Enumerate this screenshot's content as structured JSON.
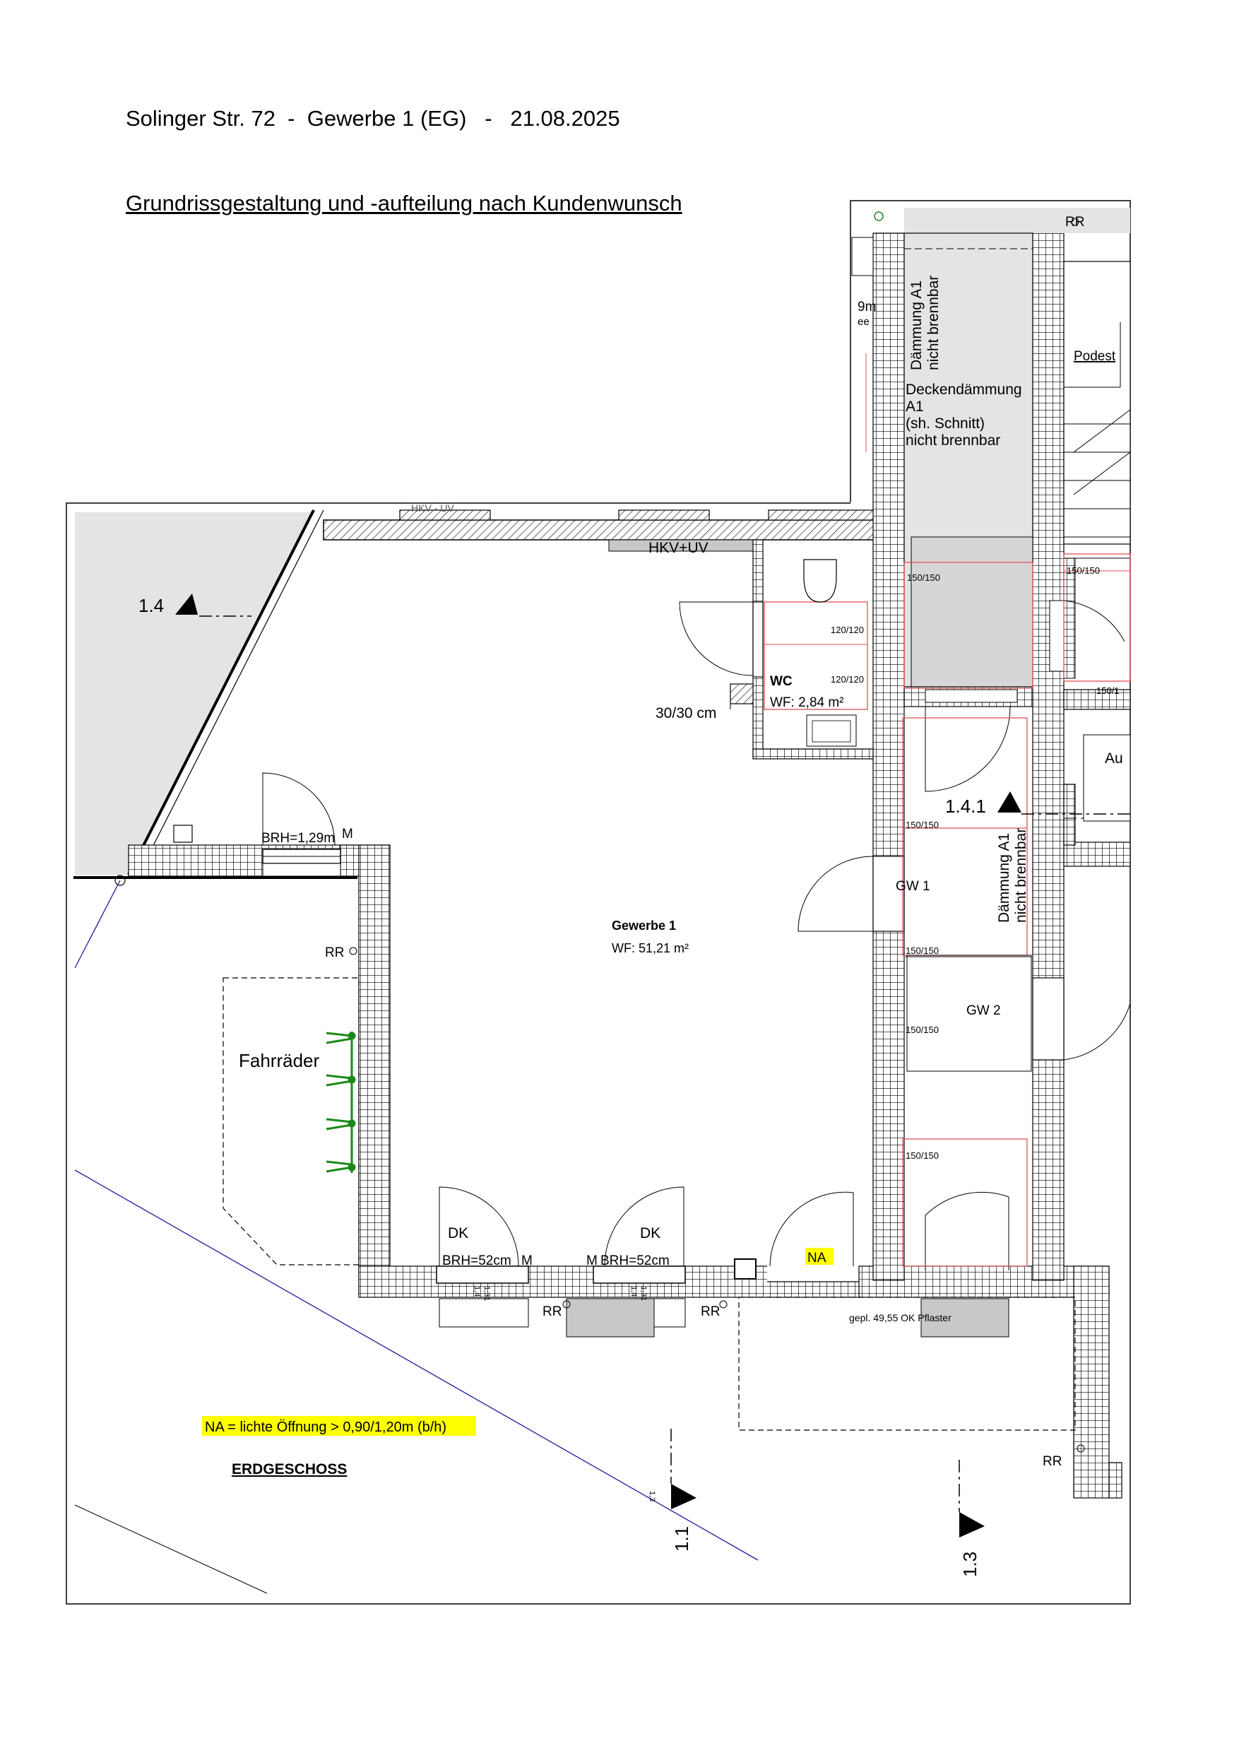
{
  "header": {
    "title": "Solinger Str. 72  -  Gewerbe 1 (EG)   -   21.08.2025",
    "subtitle": "Grundrissgestaltung und -aufteilung nach Kundenwunsch"
  },
  "rooms": {
    "main_name": "Gewerbe 1",
    "main_area": "WF: 51,21 m²",
    "wc_name": "WC",
    "wc_area": "WF: 2,84 m²",
    "gw1": "GW 1",
    "gw2": "GW 2",
    "bikes": "Fahrräder",
    "podest": "Podest"
  },
  "labels": {
    "hkv": "HKV+UV",
    "hkv_partial": "HKV - UV",
    "shaft": "30/30 cm",
    "brh_window": "BRH=1,29m",
    "brh_1": "BRH=52cm",
    "brh_2": "BRH=52cm",
    "m": "M",
    "dk": "DK",
    "na": "NA",
    "rr": "RR",
    "pflaster": "gepl. 49,55 OK Pflaster",
    "daemmung_1": "Dämmung A1",
    "daemmung_1b": "nicht brennbar",
    "daemmung_2": "Dämmung A1",
    "daemmung_2b": "nicht brennbar",
    "decke_1": "Deckendämmung",
    "decke_2": "A1",
    "decke_3": "(sh. Schnitt)",
    "decke_4": "nicht brennbar",
    "au": "Au",
    "edge_9m": "9m",
    "edge_ee": "ee",
    "dim_150": "150/150",
    "dim_120": "120/120",
    "dim_150_short": "150/1",
    "sill_13": "1,3",
    "sill_14": "1,4",
    "sill_131": "1,31"
  },
  "sections": {
    "s14": "1.4",
    "s141": "1.4.1",
    "s11": "1.1",
    "s13": "1.3"
  },
  "legend": {
    "na_note": "NA = lichte Öffnung > 0,90/1,20m (b/h)",
    "floor": "ERDGESCHOSS"
  },
  "colors": {
    "highlight": "#ffff00",
    "red": "#e05050",
    "blue": "#1c1c9c",
    "green": "#1a8a1a",
    "gray": "#e4e4e4",
    "dark_gray": "#c8c8c8"
  }
}
